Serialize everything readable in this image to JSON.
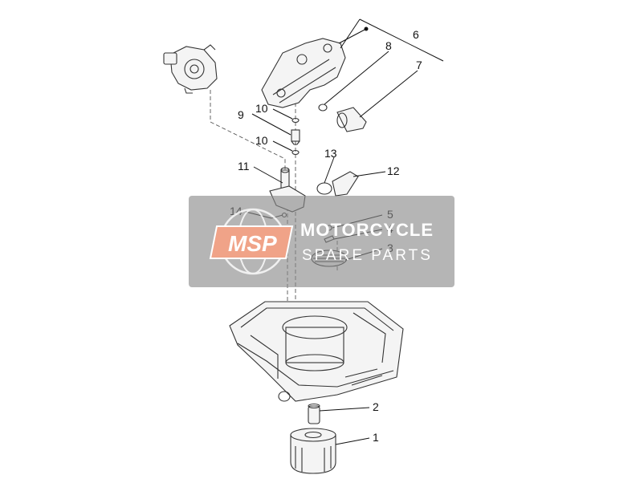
{
  "callouts": {
    "c1": "1",
    "c2": "2",
    "c3": "3",
    "c4": "4",
    "c5": "5",
    "c6": "6",
    "c7": "7",
    "c8": "8",
    "c9": "9",
    "c10a": "10",
    "c10b": "10",
    "c11": "11",
    "c12": "12",
    "c13": "13",
    "c14": "14"
  },
  "watermark": {
    "logo": "MSP",
    "line1": "MOTORCYCLE",
    "line2": "SPARE PARTS"
  }
}
